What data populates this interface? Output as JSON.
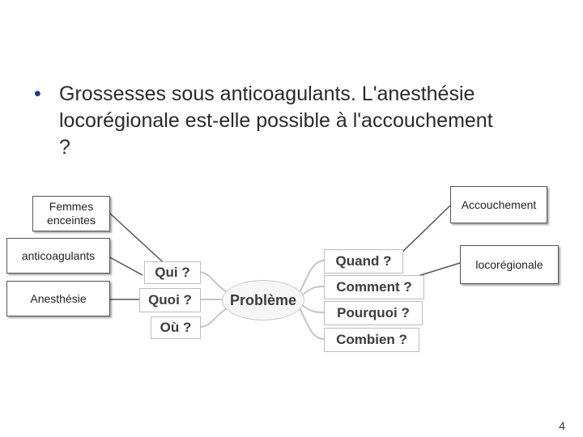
{
  "bullet": {
    "marker": "•",
    "line1": "Grossesses sous anticoagulants. L'anesthésie",
    "line2": "locorégionale est-elle possible à l'accouchement",
    "line3": "?"
  },
  "diagram": {
    "center": "Problème",
    "left_nodes": [
      "Qui ?",
      "Quoi ?",
      "Où ?"
    ],
    "right_nodes": [
      "Quand ?",
      "Comment ?",
      "Pourquoi ?",
      "Combien ?"
    ],
    "callouts_left": [
      "Femmes enceintes",
      "anticoagulants",
      "Anesthésie"
    ],
    "callouts_right": [
      "Accouchement",
      "locorégionale"
    ]
  },
  "page_number": "4",
  "colors": {
    "bullet_marker": "#1f3a8a",
    "node_text": "#3c3c3c",
    "connector": "#555555"
  }
}
